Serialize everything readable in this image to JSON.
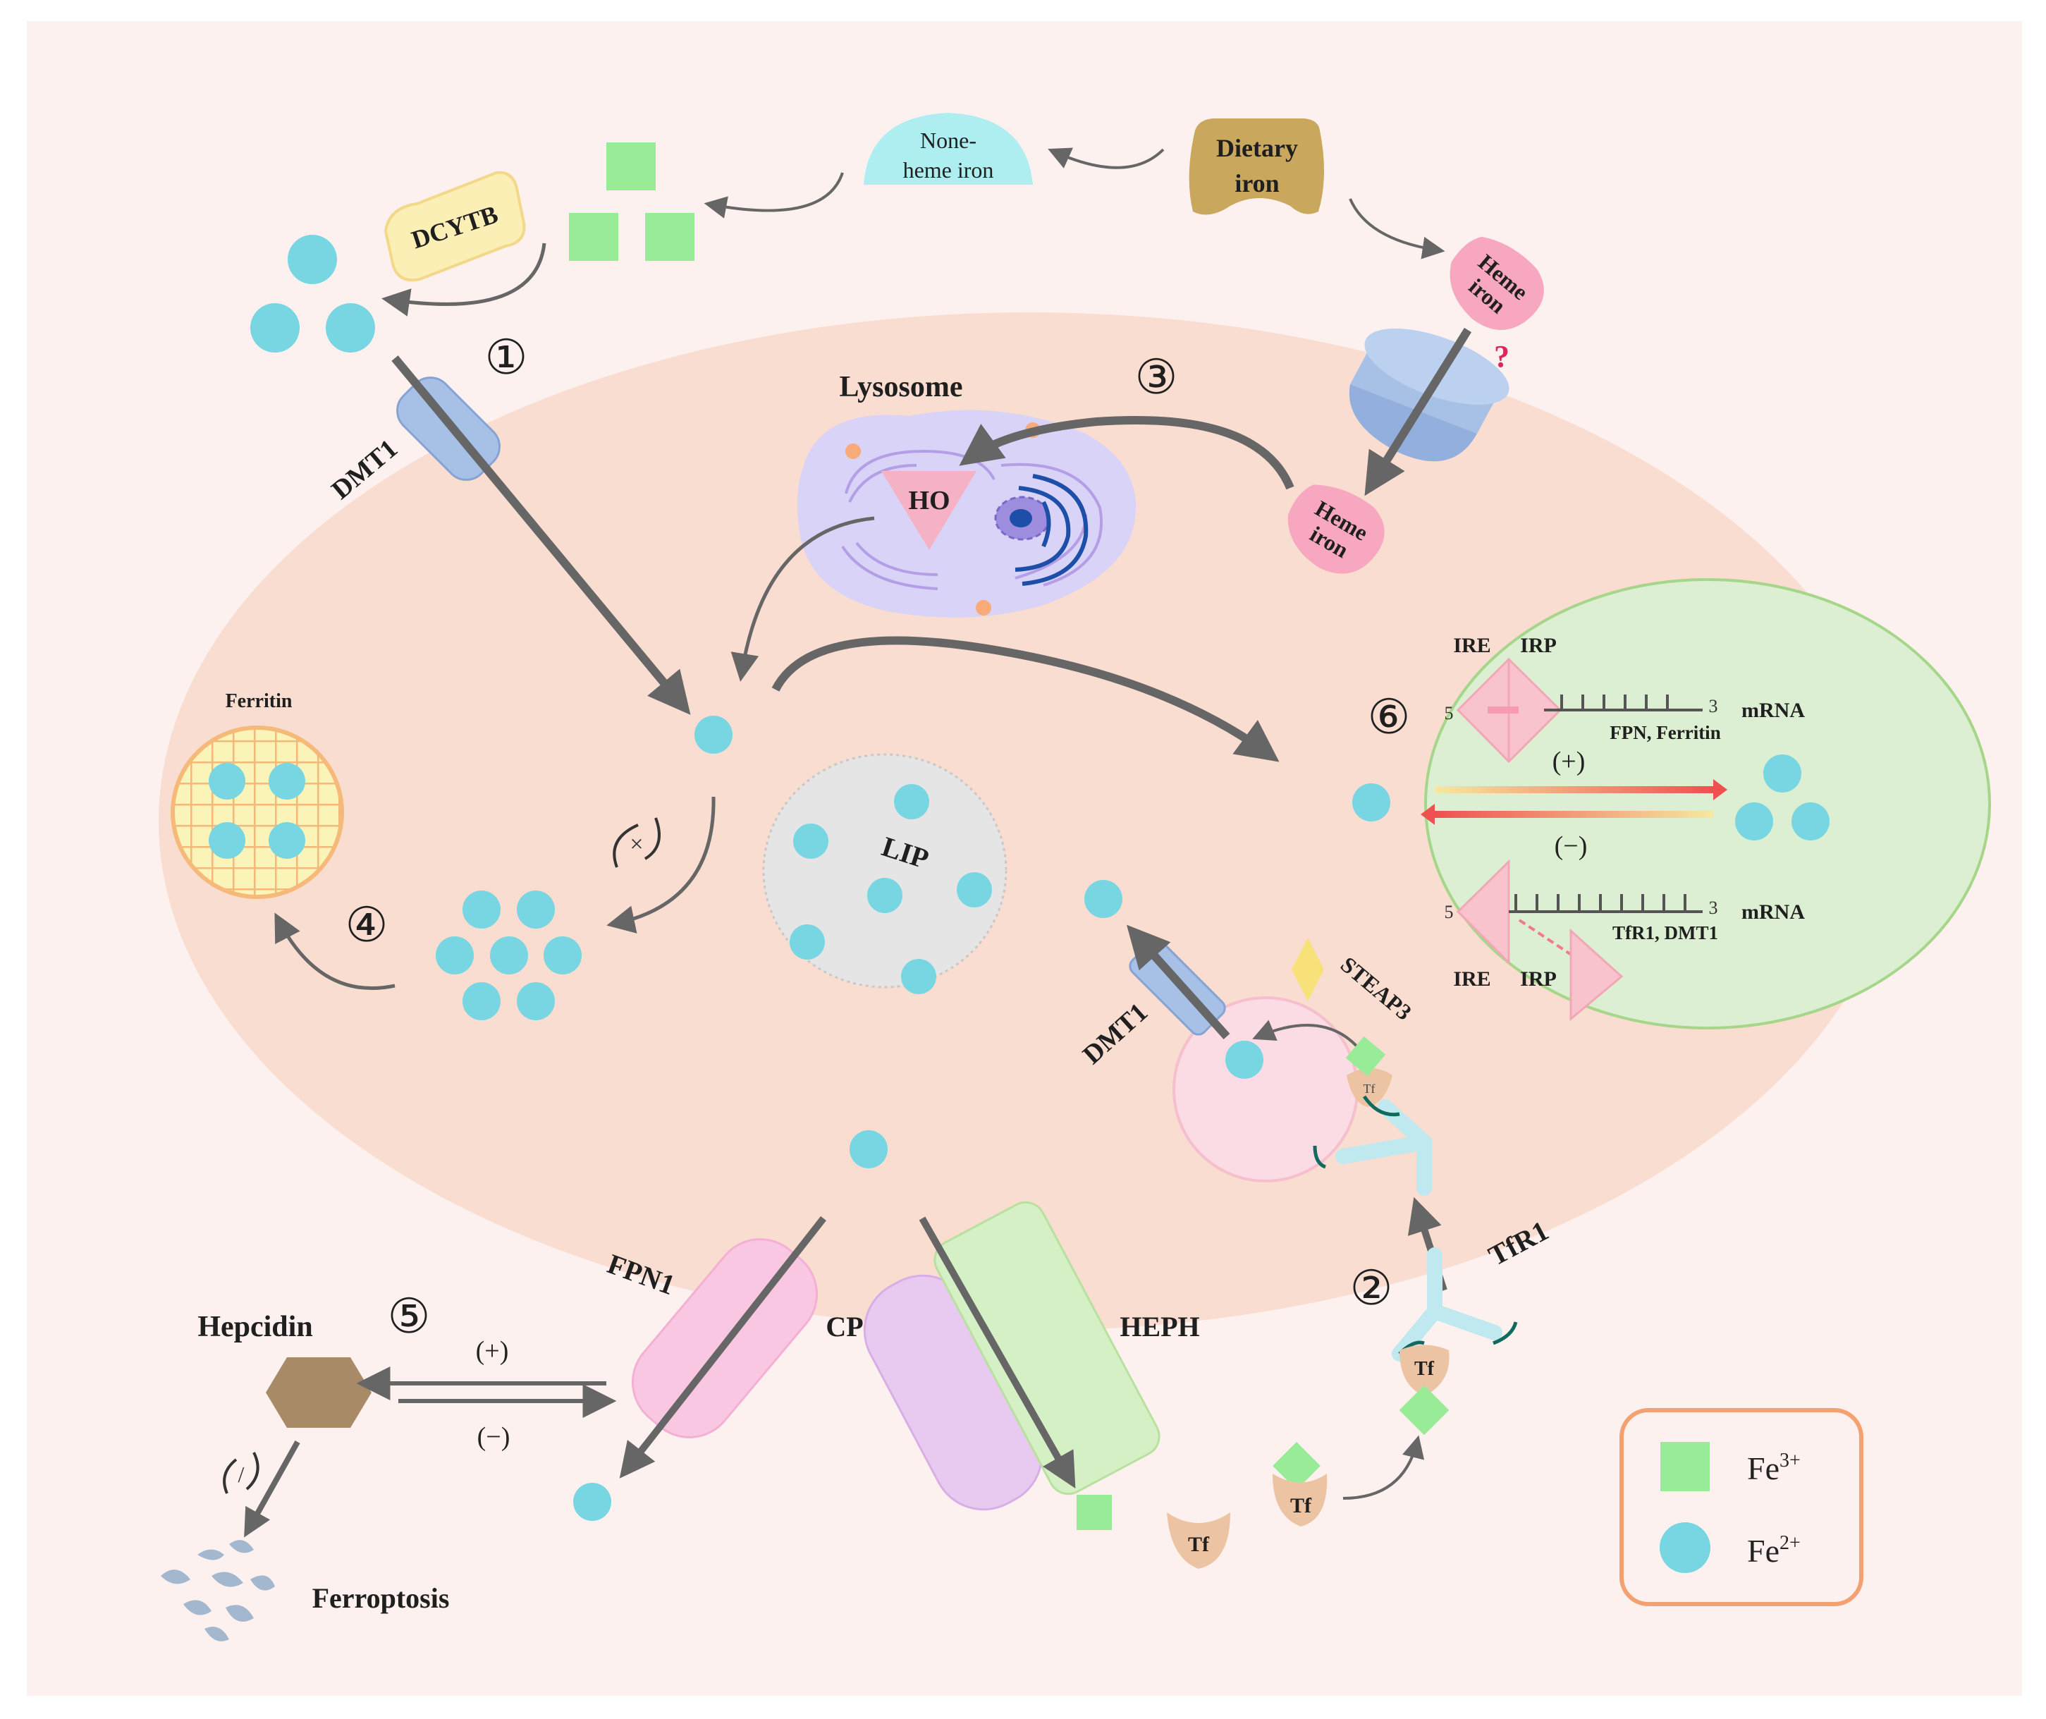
{
  "diagram": {
    "extracellular": {
      "dcytb": "DCYTB",
      "none_heme_iron": [
        "None-",
        "heme iron"
      ],
      "dietary_iron": [
        "Dietary",
        "iron"
      ],
      "heme_iron_outside": [
        "Heme",
        "iron"
      ],
      "question_mark": "?"
    },
    "cell": {
      "lysosome": "Lysosome",
      "ho": "HO",
      "heme_iron_inside": [
        "Heme",
        "iron"
      ],
      "ferritin": "Ferritin",
      "lip": "LIP",
      "inhibit_mark": "×",
      "dmt1_top": "DMT1",
      "dmt1_endosome": "DMT1",
      "steap3": "STEAP3",
      "tf_small": "Tf",
      "fpn1": "FPN1",
      "cp": "CP",
      "heph": "HEPH",
      "tfr1": "TfR1"
    },
    "numbers": {
      "n1": "①",
      "n2": "②",
      "n3": "③",
      "n4": "④",
      "n5": "⑤",
      "n6": "⑥"
    },
    "regulation": {
      "ire_top": "IRE",
      "irp_top": "IRP",
      "five_top": "5",
      "three_top": "3",
      "mrna_top": "mRNA",
      "genes_top": "FPN, Ferritin",
      "plus": "(+)",
      "minus": "(−)",
      "five_bottom": "5",
      "three_bottom": "3",
      "mrna_bottom": "mRNA",
      "genes_bottom": "TfR1, DMT1",
      "ire_bottom": "IRE",
      "irp_bottom": "IRP"
    },
    "hepcidin": {
      "label": "Hepcidin",
      "plus": "(+)",
      "minus": "(−)",
      "inhibit_mark": "/",
      "ferroptosis": "Ferroptosis"
    },
    "transport": {
      "tf_1": "Tf",
      "tf_2": "Tf",
      "tf_3": "Tf"
    },
    "legend": {
      "fe3_base": "Fe",
      "fe3_sup": "3+",
      "fe2_base": "Fe",
      "fe2_sup": "2+"
    },
    "colors": {
      "fe2": "#77d6e1",
      "fe3": "#98ec98",
      "cell": "#f9ddd0",
      "background": "#fdf1ef",
      "regulation": "#dcefd2",
      "lip": "#e5e5e5",
      "legend_border": "#f3a170",
      "hepcidin": "#a88a66"
    }
  }
}
